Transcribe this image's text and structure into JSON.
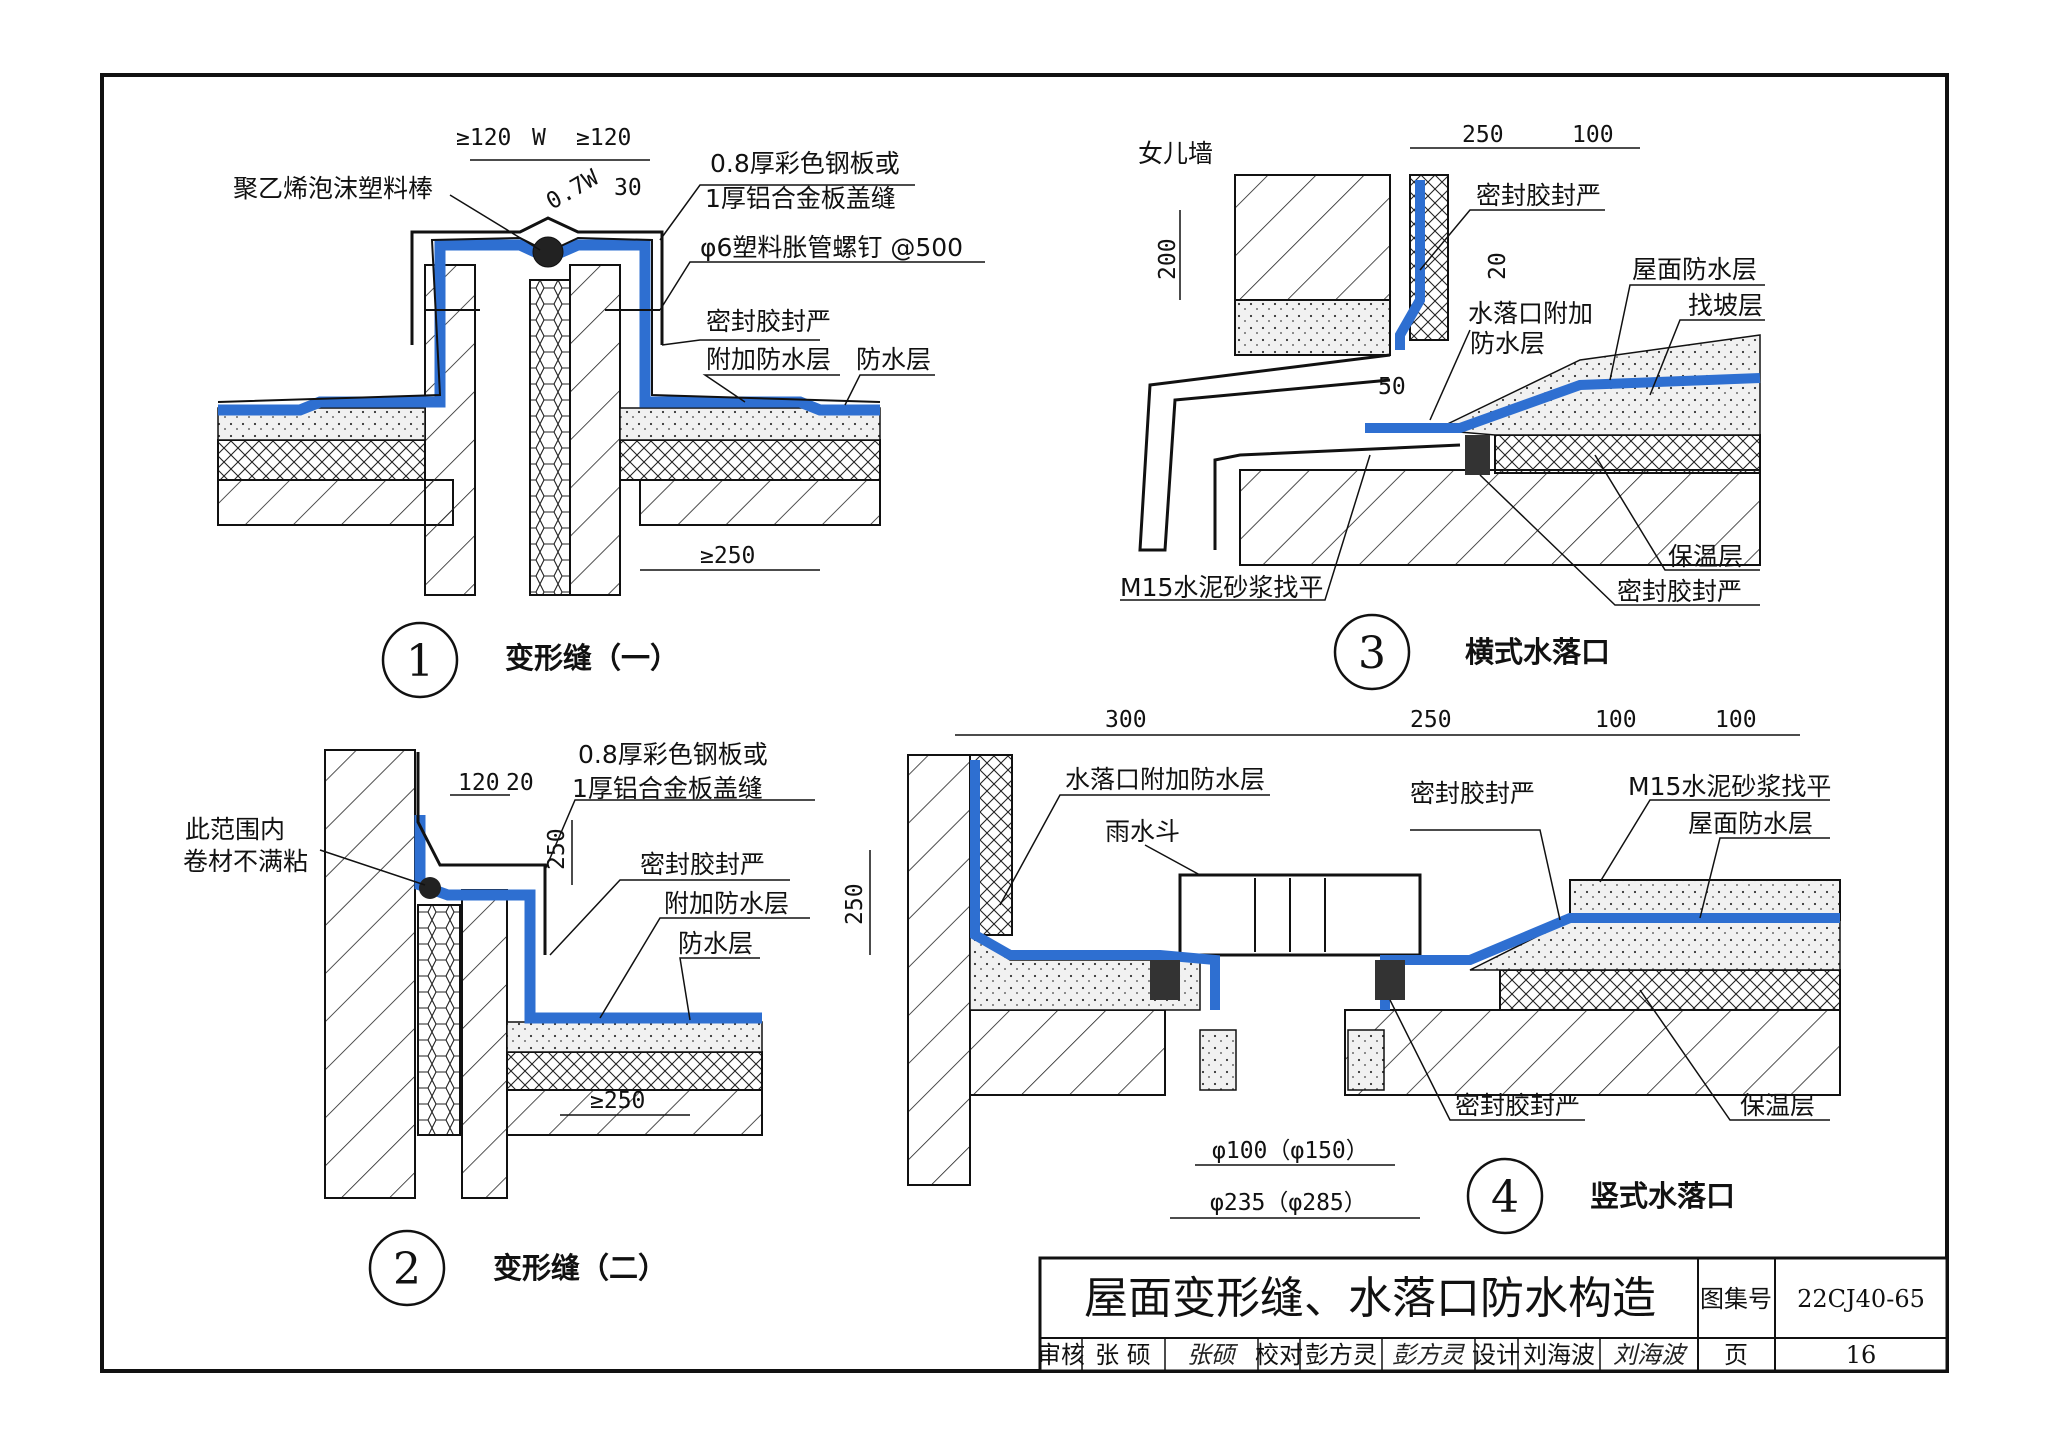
{
  "colors": {
    "waterproof": "#2e6fd1",
    "line": "#111111",
    "mortar": "#e9e9e9"
  },
  "detail1": {
    "number": "1",
    "caption": "变形缝（一）",
    "dims": {
      "d_left": "≥120",
      "d_w": "W",
      "d_right": "≥120",
      "d_07w": "0.7W",
      "d_30": "30",
      "d_250": "≥250"
    },
    "labels": {
      "foam_rod": "聚乙烯泡沫塑料棒",
      "cover_l1": "0.8厚彩色钢板或",
      "cover_l2": "1厚铝合金板盖缝",
      "screw": "φ6塑料胀管螺钉 @500",
      "sealant": "密封胶封严",
      "extra_wp": "附加防水层",
      "wp": "防水层"
    }
  },
  "detail2": {
    "number": "2",
    "caption": "变形缝（二）",
    "dims": {
      "d_120": "120",
      "d_20": "20",
      "d_250v": "250",
      "d_250": "≥250"
    },
    "labels": {
      "range_l1": "此范围内",
      "range_l2": "卷材不满粘",
      "cover_l1": "0.8厚彩色钢板或",
      "cover_l2": "1厚铝合金板盖缝",
      "sealant": "密封胶封严",
      "extra_wp": "附加防水层",
      "wp": "防水层"
    }
  },
  "detail3": {
    "number": "3",
    "caption": "横式水落口",
    "dims": {
      "d_250": "250",
      "d_100": "100",
      "d_200": "200",
      "d_20": "20",
      "d_50": "50"
    },
    "labels": {
      "parapet": "女儿墙",
      "sealant": "密封胶封严",
      "roof_wp": "屋面防水层",
      "slope": "找坡层",
      "outlet_wp_l1": "水落口附加",
      "outlet_wp_l2": "防水层",
      "insulation": "保温层",
      "sealant2": "密封胶封严",
      "mortar": "M15水泥砂浆找平"
    }
  },
  "detail4": {
    "number": "4",
    "caption": "竖式水落口",
    "dims": {
      "d_300": "300",
      "d_250": "250",
      "d_100a": "100",
      "d_100b": "100",
      "d_250v": "250",
      "d_phi_a": "φ100（φ150）",
      "d_phi_b": "φ235（φ285）"
    },
    "labels": {
      "outlet_wp": "水落口附加防水层",
      "rain_hopper": "雨水斗",
      "sealant": "密封胶封严",
      "mortar": "M15水泥砂浆找平",
      "roof_wp": "屋面防水层",
      "insulation": "保温层",
      "sealant2": "密封胶封严"
    }
  },
  "title_block": {
    "title": "屋面变形缝、水落口防水构造",
    "atlas_label": "图集号",
    "atlas_no": "22CJ40-65",
    "review_label": "审核",
    "reviewer": "张 硕",
    "reviewer_sig": "张硕",
    "check_label": "校对",
    "checker": "彭方灵",
    "checker_sig": "彭方灵",
    "design_label": "设计",
    "designer": "刘海波",
    "designer_sig": "刘海波",
    "page_label": "页",
    "page_no": "16"
  }
}
